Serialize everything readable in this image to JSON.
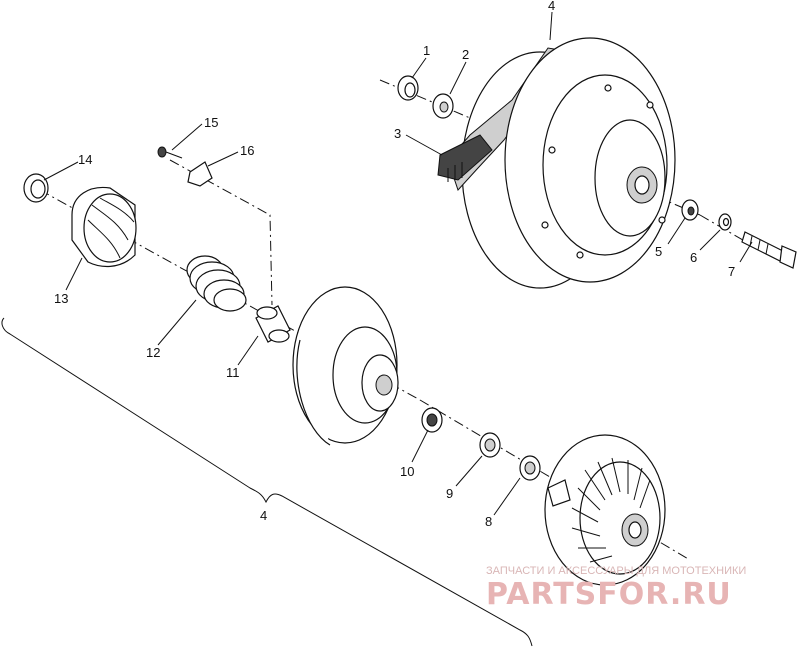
{
  "callouts": [
    "1",
    "2",
    "3",
    "4",
    "5",
    "6",
    "7",
    "8",
    "9",
    "10",
    "11",
    "12",
    "13",
    "14",
    "15",
    "16"
  ],
  "group_label": "4",
  "watermark": {
    "tagline": "ЗАПЧАСТИ И АКСЕССУАРЫ ДЛЯ МОТОТЕХНИКИ",
    "logo": "PARTSFOR.RU",
    "color": "#e7b4b4"
  }
}
